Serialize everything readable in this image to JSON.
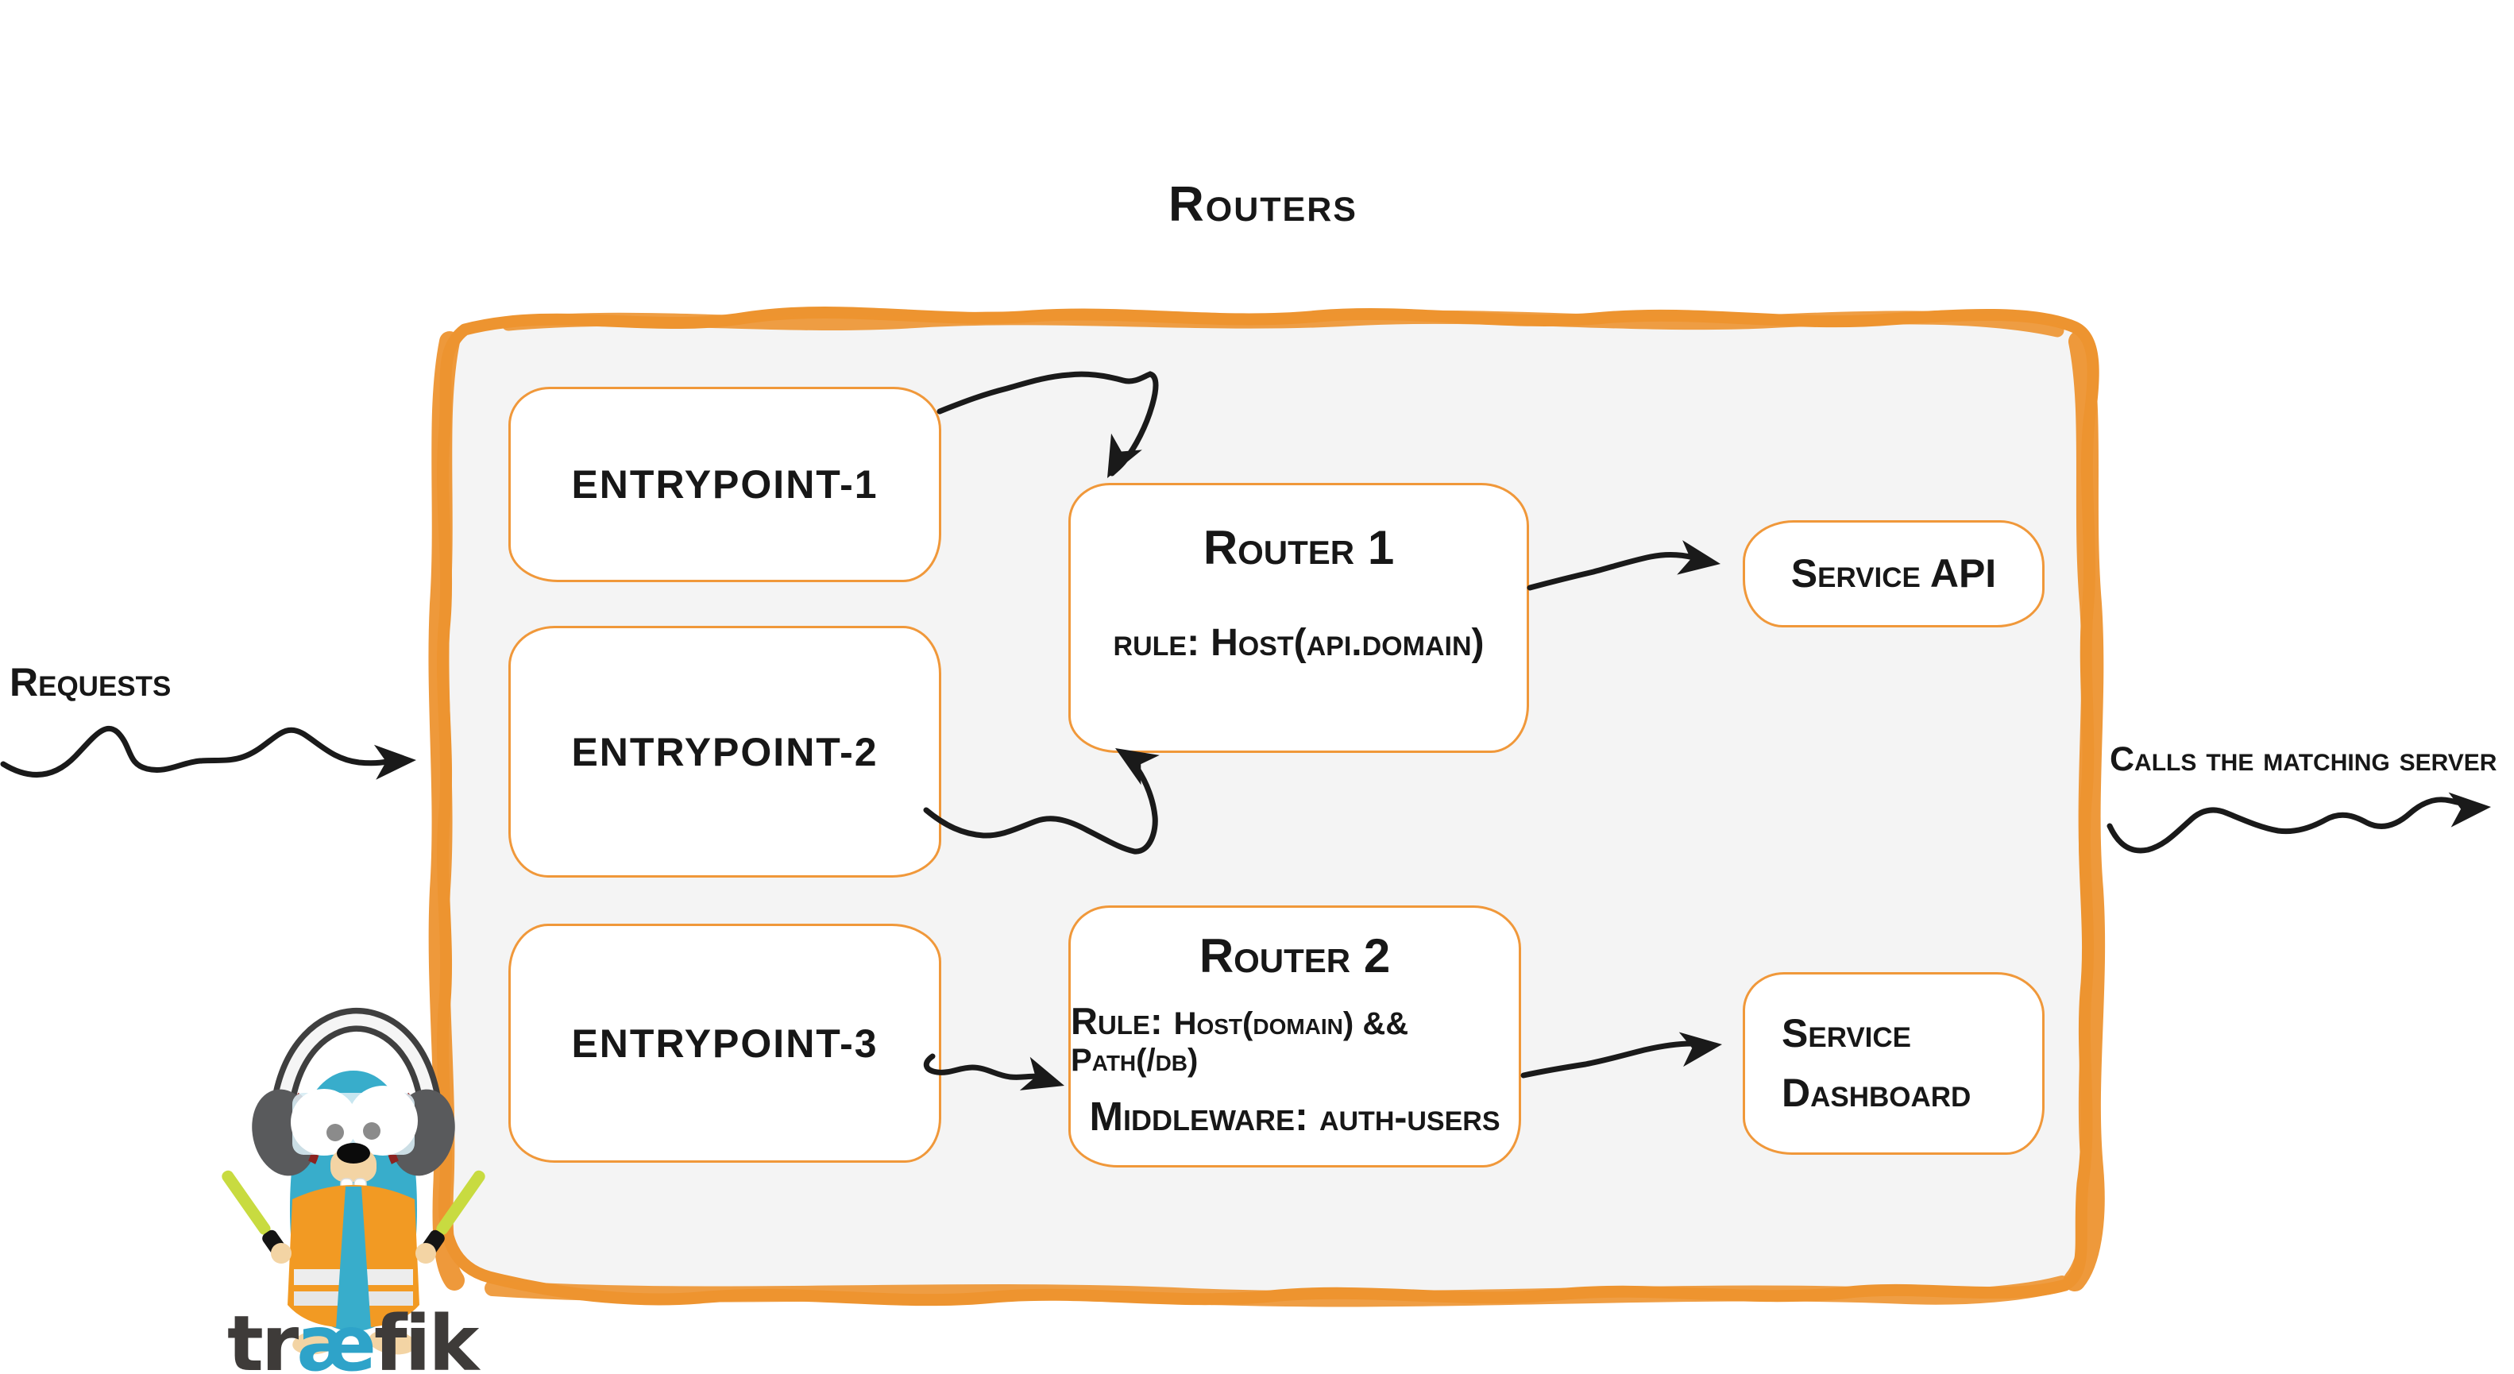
{
  "title": "Routers",
  "annotations": {
    "requests": "Requests",
    "calls": "Calls the matching server"
  },
  "entrypoints": [
    {
      "label": "entrypoint-1"
    },
    {
      "label": "entrypoint-2"
    },
    {
      "label": "entrypoint-3"
    }
  ],
  "routers": [
    {
      "name": "Router 1",
      "rule_label": "rule:",
      "rule_value": "Host(api.domain)"
    },
    {
      "name": "Router 2",
      "rule_label": "Rule:",
      "rule_value": "Host(domain) && Path(/db)",
      "middleware_label": "Middleware:",
      "middleware_value": "auth-users"
    }
  ],
  "services": [
    {
      "label": "Service API"
    },
    {
      "label": "Service Dashboard"
    }
  ],
  "logo": {
    "wordmark_pre": "tr",
    "wordmark_ae": "æ",
    "wordmark_post": "fik"
  },
  "colors": {
    "stroke_orange": "#ED9430",
    "box_border_orange": "#F0983A",
    "container_fill": "#F4F4F4",
    "ink": "#171717",
    "gopher_blue": "#38ADCB",
    "vest_orange": "#F29A23",
    "stick_green": "#C8DB40",
    "wordmark_dark": "#3E3B39",
    "wordmark_blue": "#2EA3C9"
  }
}
